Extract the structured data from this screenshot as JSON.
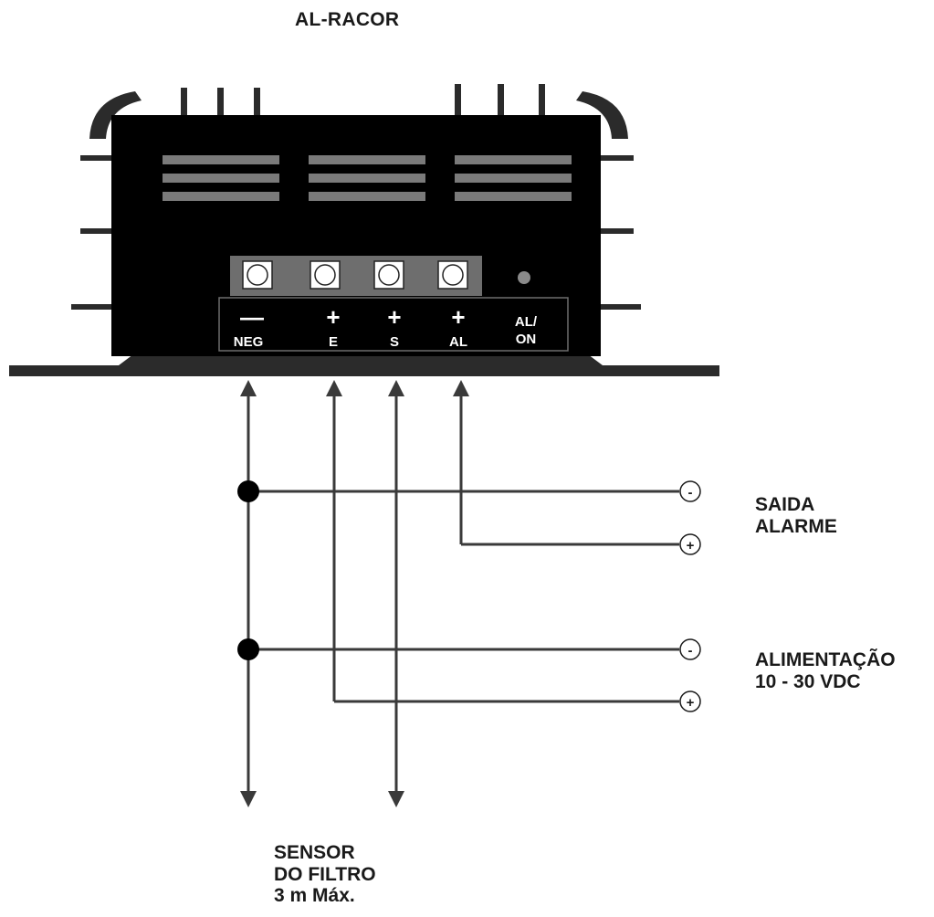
{
  "title": "AL-RACOR",
  "terminals": [
    {
      "sign": "—",
      "name": "NEG"
    },
    {
      "sign": "+",
      "name": "E"
    },
    {
      "sign": "+",
      "name": "S"
    },
    {
      "sign": "+",
      "name": "AL"
    }
  ],
  "led_label": "AL/\nON",
  "led_label_line1": "AL/",
  "led_label_line2": "ON",
  "polarity_marks": {
    "neg": "-",
    "pos": "+"
  },
  "groups": {
    "saida": {
      "line1": "SAIDA",
      "line2": "ALARME"
    },
    "alimentacao": {
      "line1": "ALIMENTAÇÃO",
      "line2": "10 - 30 VDC"
    },
    "sensor": {
      "line1": "SENSOR",
      "line2": "DO FILTRO",
      "line3": "3 m Máx."
    }
  },
  "colors": {
    "housing": "#000000",
    "heatsink": "#2b2b2b",
    "vent": "#7a7a7a",
    "terminal_block": "#6e6e6e",
    "wire": "#3a3a3a",
    "led": "#8a8a8a"
  }
}
